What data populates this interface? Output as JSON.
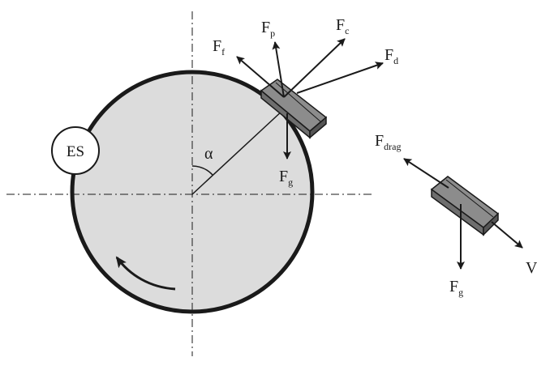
{
  "labels": {
    "es": "ES",
    "alpha": "α",
    "ff": {
      "main": "F",
      "sub": "f"
    },
    "fp": {
      "main": "F",
      "sub": "p"
    },
    "fc": {
      "main": "F",
      "sub": "c"
    },
    "fd": {
      "main": "F",
      "sub": "d"
    },
    "fg_drum": {
      "main": "F",
      "sub": "g"
    },
    "fdrag": {
      "main": "F",
      "sub": "drag"
    },
    "fg_flight": {
      "main": "F",
      "sub": "g"
    },
    "v": "V"
  },
  "colors": {
    "ink": "#1a1a1a",
    "drum_fill": "#dcdcdc",
    "particle_fill": "#6e6e6e",
    "particle_face": "#8c8c8c"
  }
}
